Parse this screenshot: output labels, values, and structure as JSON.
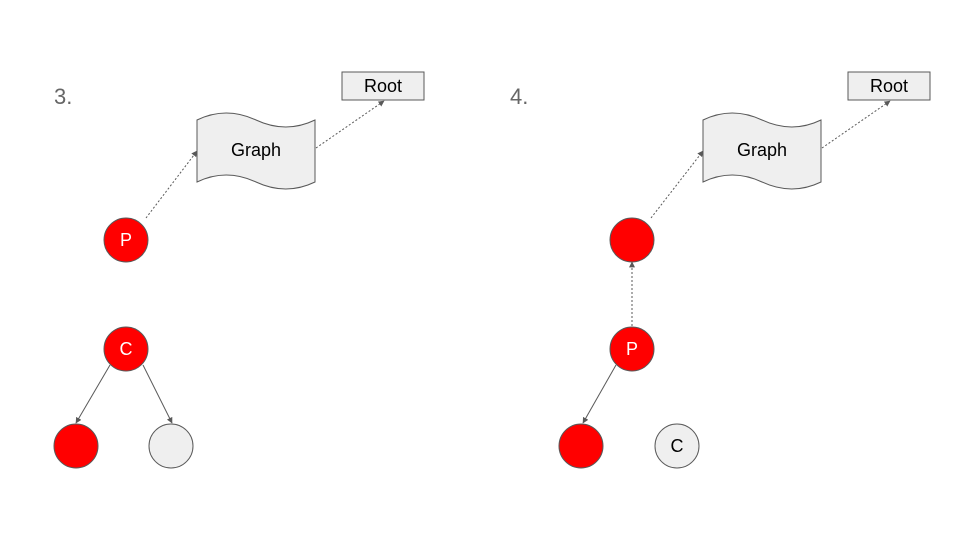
{
  "colors": {
    "red": "#ff0000",
    "grey": "#efefef",
    "outline": "#595959",
    "edge": "#595959"
  },
  "panel3": {
    "step": "3.",
    "root": "Root",
    "graph": "Graph",
    "node_p": "P",
    "node_c": "C"
  },
  "panel4": {
    "step": "4.",
    "root": "Root",
    "graph": "Graph",
    "node_p": "P",
    "node_c": "C"
  }
}
